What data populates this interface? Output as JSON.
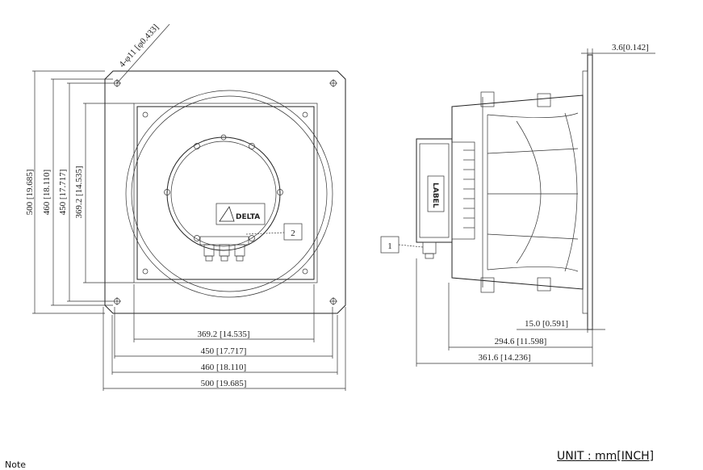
{
  "unit_label": "UNIT : mm[INCH]",
  "note_label": "Note",
  "hole_callout": "4-φ11 [φ0.433]",
  "front_view": {
    "dims_horizontal": [
      "369.2 [14.535]",
      "450 [17.717]",
      "460 [18.110]",
      "500 [19.685]"
    ],
    "dims_vertical": [
      "500 [19.685]",
      "460 [18.110]",
      "450 [17.717]",
      "369.2 [14.535]"
    ],
    "callout_2": "2",
    "logo_text": "DELTA"
  },
  "side_view": {
    "top_dim": "3.6[0.142]",
    "dims_bottom": [
      "15.0 [0.591]",
      "294.6 [11.598]",
      "361.6 [14.236]"
    ],
    "callout_1": "1",
    "label_text": "LABEL"
  }
}
